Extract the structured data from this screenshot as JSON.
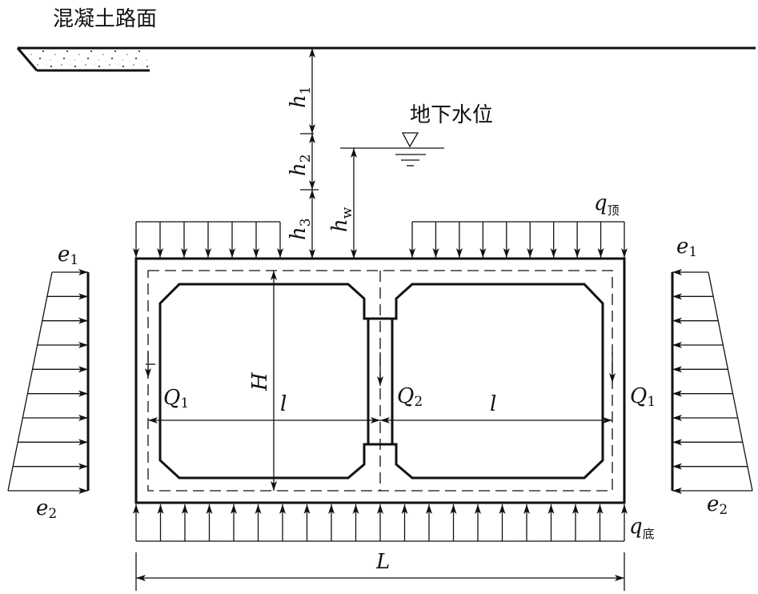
{
  "title": "混凝土路面",
  "water_level_label": "地下水位",
  "labels": {
    "h1": {
      "main": "h",
      "sub": "1"
    },
    "h2": {
      "main": "h",
      "sub": "2"
    },
    "h3": {
      "main": "h",
      "sub": "3"
    },
    "hw": {
      "main": "h",
      "sub": "w"
    },
    "q_top": {
      "main": "q",
      "sub": "顶"
    },
    "q_bottom": {
      "main": "q",
      "sub": "底"
    },
    "e1_left": {
      "main": "e",
      "sub": "1"
    },
    "e2_left": {
      "main": "e",
      "sub": "2"
    },
    "e1_right": {
      "main": "e",
      "sub": "1"
    },
    "e2_right": {
      "main": "e",
      "sub": "2"
    },
    "Q1_left": {
      "main": "Q",
      "sub": "1"
    },
    "Q2": {
      "main": "Q",
      "sub": "2"
    },
    "Q1_right": {
      "main": "Q",
      "sub": "1"
    },
    "H": "H",
    "l_left": "l",
    "l_right": "l",
    "L": "L"
  },
  "loads": {
    "top_left_arrow_count": 7,
    "top_right_arrow_count": 10,
    "bottom_arrow_count": 21,
    "side_arrow_count": 10
  }
}
